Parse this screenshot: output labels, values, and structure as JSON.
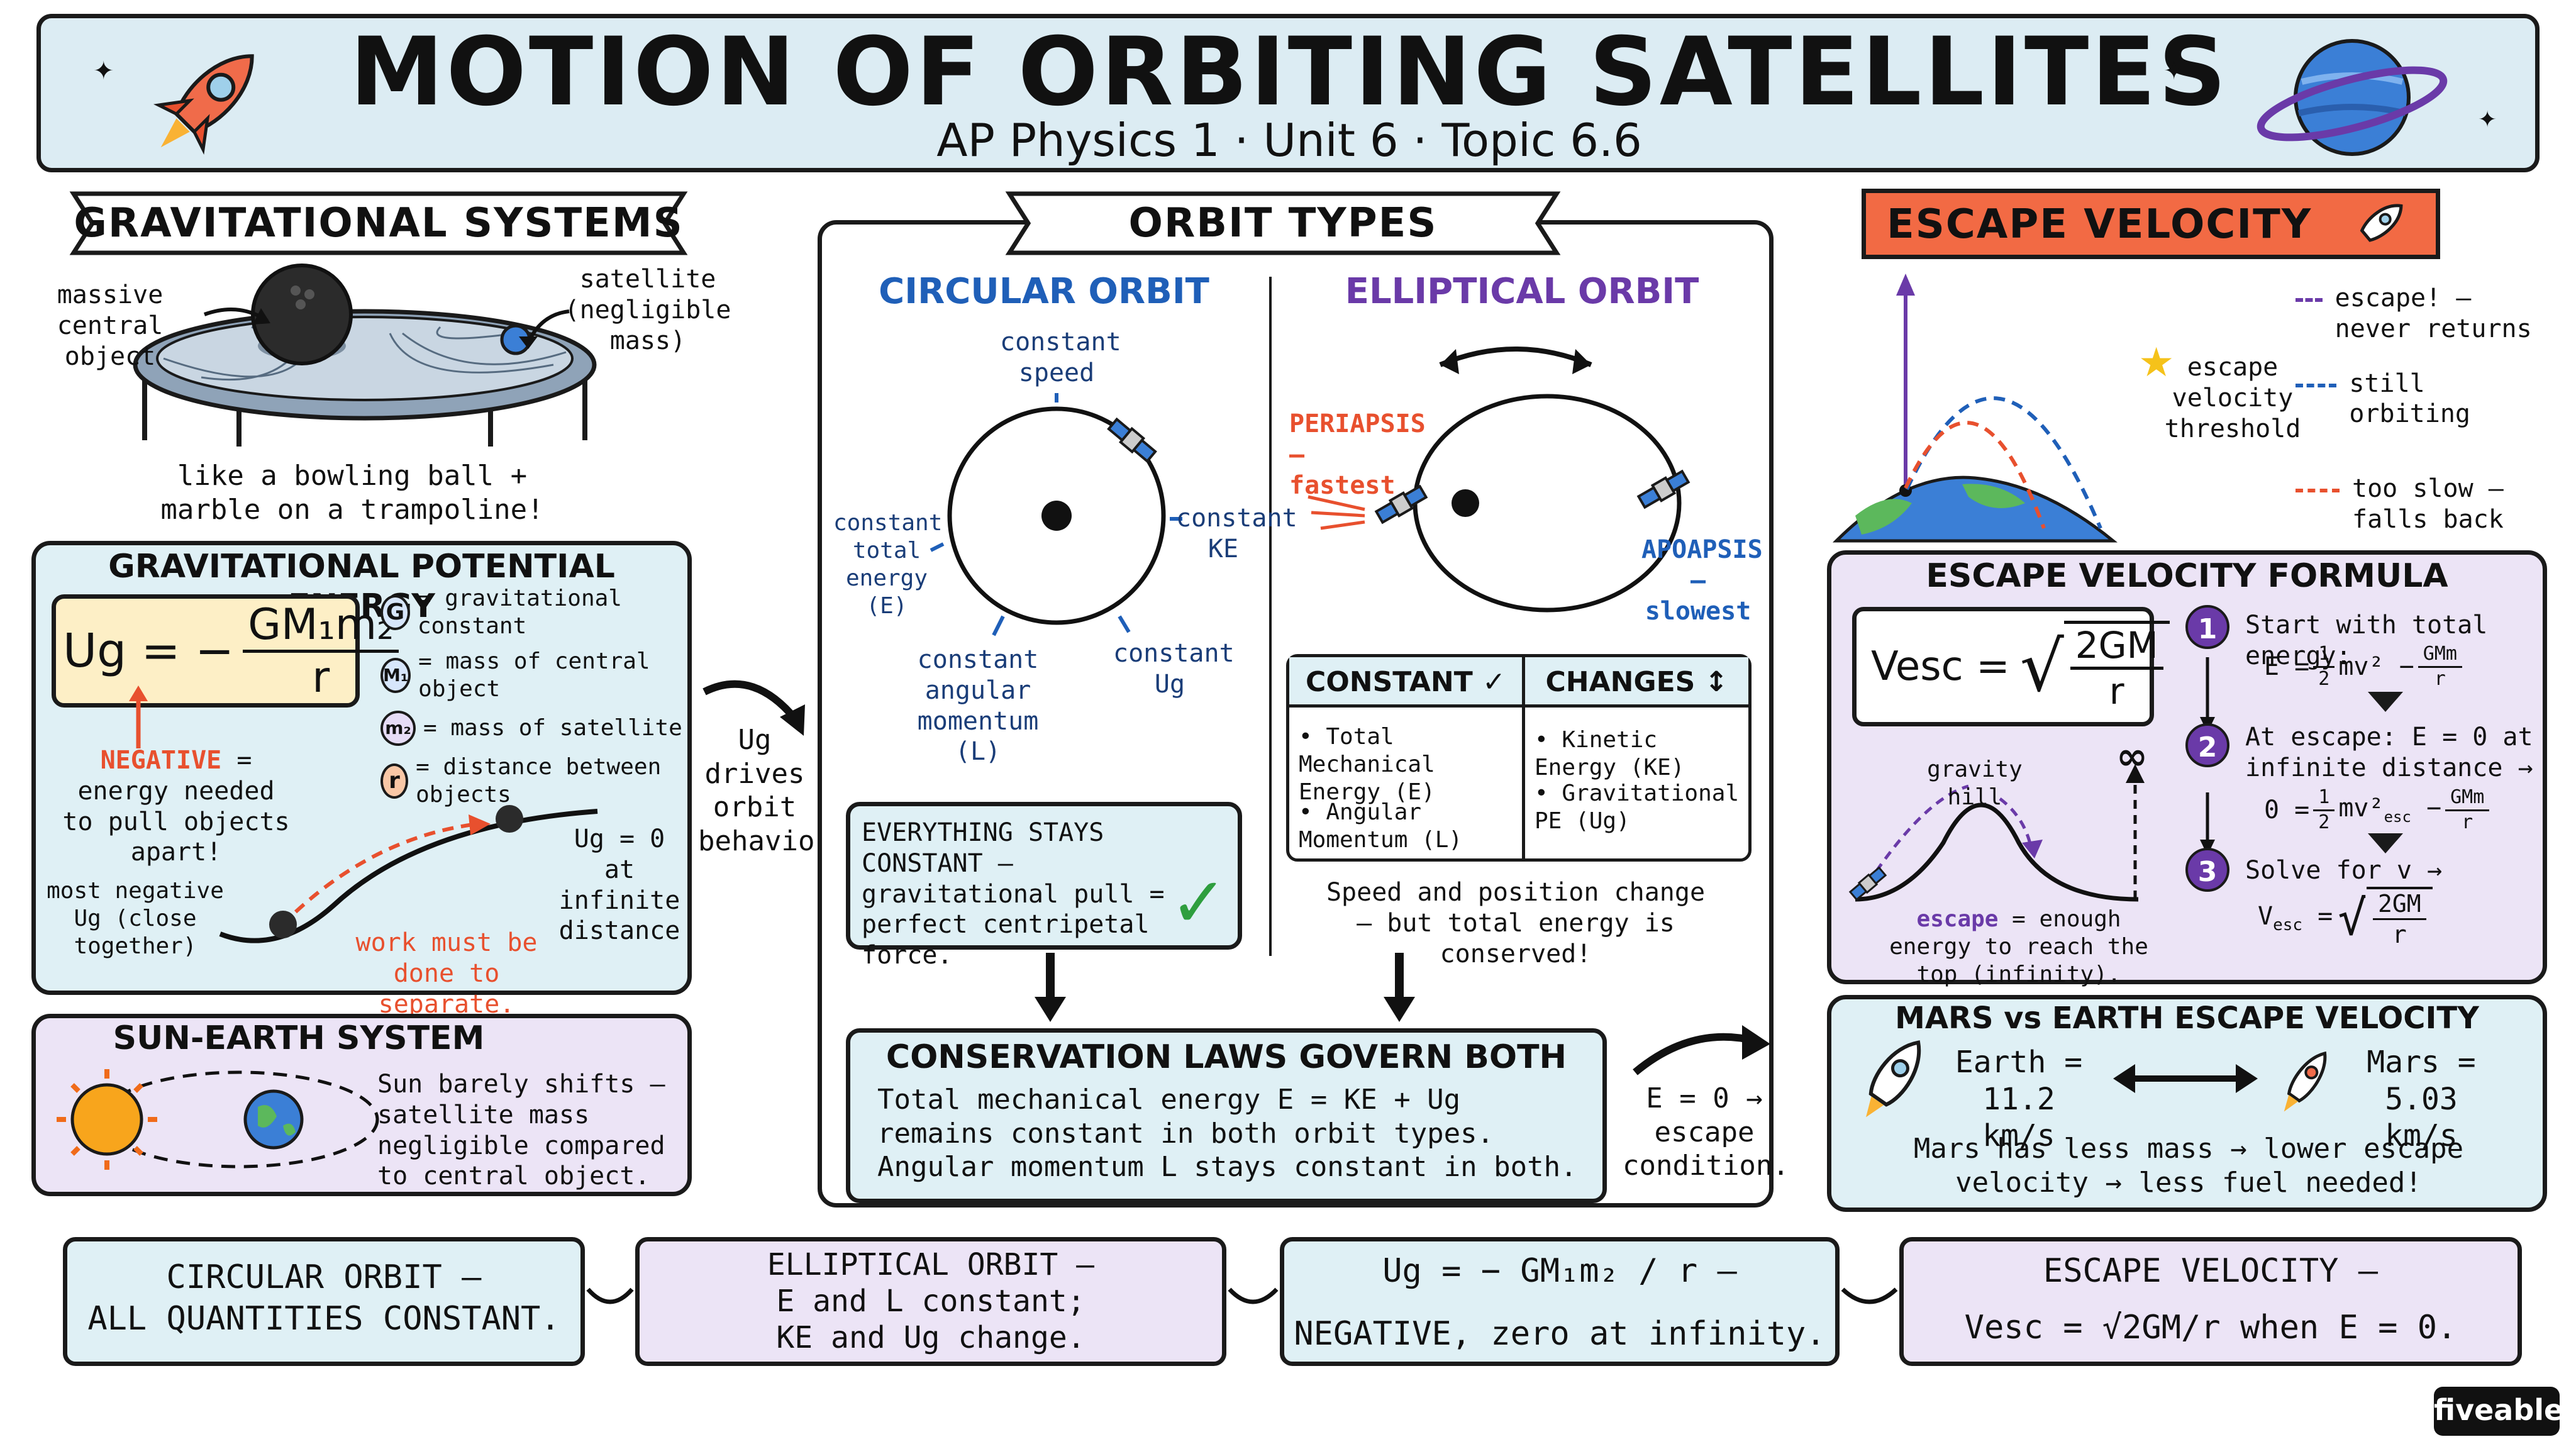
{
  "title": "MOTION OF ORBITING SATELLITES",
  "subtitle": "AP Physics 1 · Unit 6 · Topic 6.6",
  "brand": "fiveable",
  "colors": {
    "header_bg": "#dcecf3",
    "blue": "#1f5fb8",
    "purple": "#6a3aa8",
    "red": "#e8502e",
    "lightblue": "#dff0f5",
    "lavender": "#ece4f6",
    "yellow": "#fdefc6"
  },
  "grav_systems": {
    "heading": "GRAVITATIONAL SYSTEMS",
    "massive_label": "massive central object",
    "satellite_label": "satellite (negligible mass)",
    "caption": "like a bowling ball + marble on a trampoline!"
  },
  "gpe": {
    "heading": "GRAVITATIONAL POTENTIAL ENERGY",
    "formula_lhs": "Ug = −",
    "formula_num": "GM₁m₂",
    "formula_den": "r",
    "legend": [
      {
        "sym": "G",
        "text": "= gravitational constant",
        "color": "#d7e6fb"
      },
      {
        "sym": "M₁",
        "text": "= mass of central object",
        "color": "#d7e6fb"
      },
      {
        "sym": "m₂",
        "text": "= mass of satellite",
        "color": "#e6dcf6"
      },
      {
        "sym": "r",
        "text": "= distance between objects",
        "color": "#f8c7a6"
      }
    ],
    "negative_word": "NEGATIVE",
    "negative_rest": "= energy needed to pull objects apart!",
    "most_negative": "most negative Ug (close together)",
    "zero_label": "Ug = 0 at infinite distance",
    "work_label": "work must be done to separate."
  },
  "sun_earth": {
    "heading": "SUN-EARTH SYSTEM",
    "text": "Sun barely shifts — satellite mass negligible compared to central object."
  },
  "drives": "Ug drives orbit behavior.",
  "orbit_types": {
    "heading": "ORBIT TYPES",
    "circular": {
      "title": "CIRCULAR ORBIT",
      "labels": [
        "constant speed",
        "constant KE",
        "constant Ug",
        "constant angular momentum (L)",
        "constant total energy (E)"
      ],
      "callout": "EVERYTHING STAYS CONSTANT — gravitational pull = perfect centripetal force."
    },
    "elliptical": {
      "title": "ELLIPTICAL ORBIT",
      "periapsis": "PERIAPSIS — fastest",
      "apoapsis": "APOAPSIS — slowest",
      "constant_head": "CONSTANT ✓",
      "changes_head": "CHANGES ↕",
      "constant_items": [
        "Total Mechanical Energy (E)",
        "Angular Momentum (L)"
      ],
      "changes_items": [
        "Kinetic Energy (KE)",
        "Gravitational PE (Ug)"
      ],
      "note": "Speed and position change — but total energy is conserved!"
    },
    "conservation": {
      "title": "CONSERVATION LAWS GOVERN BOTH",
      "text": "Total mechanical energy E = KE + Ug remains constant in both orbit types. Angular momentum L stays constant in both."
    }
  },
  "escape_condition": "E = 0 → escape condition.",
  "escape": {
    "heading": "ESCAPE VELOCITY",
    "legend": [
      {
        "text": "escape! — never returns",
        "color": "#6a3aa8"
      },
      {
        "text": "still orbiting",
        "color": "#1f5fb8"
      },
      {
        "text": "too slow — falls back",
        "color": "#e8502e"
      }
    ],
    "threshold": "escape velocity threshold",
    "formula_title": "ESCAPE VELOCITY FORMULA",
    "formula_lhs": "Vesc =",
    "formula_rad_num": "2GM",
    "formula_rad_den": "r",
    "gravity_hill": "gravity hill",
    "infinity": "∞",
    "escape_word": "escape",
    "escape_caption": "= enough energy to reach the top (infinity).",
    "steps": [
      {
        "n": "1",
        "text": "Start with total energy:",
        "eq": "E = ½ mv² − GMm/r"
      },
      {
        "n": "2",
        "text": "At escape: E = 0 at infinite distance →",
        "eq": "0 = ½ mv²esc − GMm/r"
      },
      {
        "n": "3",
        "text": "Solve for v →",
        "eq": "Vesc = √(2GM/r)"
      }
    ],
    "mars_title": "MARS vs EARTH ESCAPE VELOCITY",
    "earth_val": "Earth = 11.2 km/s",
    "mars_val": "Mars = 5.03 km/s",
    "mars_note": "Mars has less mass → lower escape velocity → less fuel needed!"
  },
  "summary": [
    {
      "line1": "CIRCULAR ORBIT —",
      "line2": "ALL QUANTITIES CONSTANT."
    },
    {
      "line1": "ELLIPTICAL ORBIT —",
      "line2": "E and L constant;",
      "line3": "KE and Ug change."
    },
    {
      "line1": "Ug = − GM₁m₂ / r —",
      "line2": "NEGATIVE, zero at infinity."
    },
    {
      "line1": "ESCAPE VELOCITY —",
      "line2": "Vesc = √2GM/r when E = 0."
    }
  ]
}
